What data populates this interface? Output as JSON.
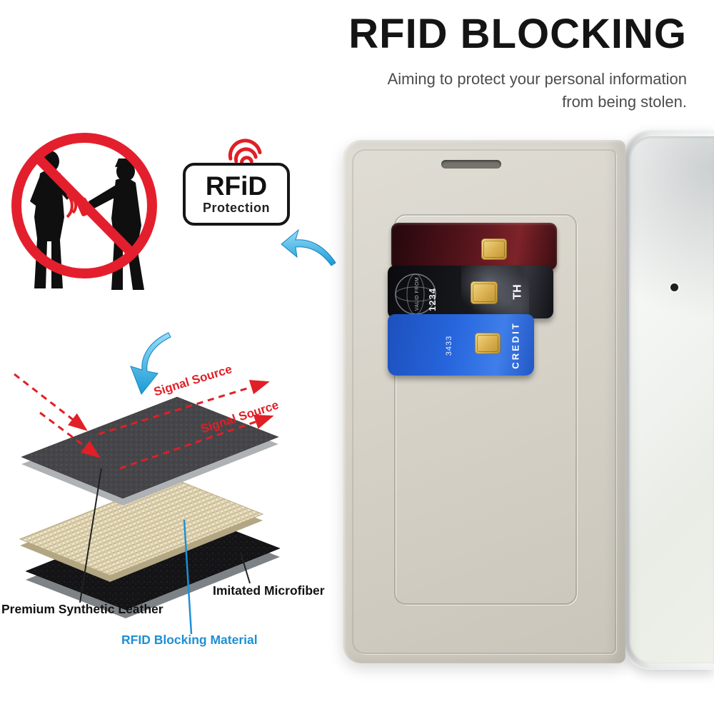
{
  "header": {
    "title": "RFID BLOCKING",
    "subtitle1": "Aiming to protect your personal information",
    "subtitle2": "from being stolen."
  },
  "badge": {
    "title": "RFiD",
    "subtitle": "Protection"
  },
  "diagram": {
    "signal_labels": [
      "Signal Source",
      "Signal Source"
    ],
    "labels": {
      "leather": "Premium Synthetic Leather",
      "rfid": "RFID Blocking Material",
      "microfiber": "Imitated Microfiber"
    }
  },
  "cards": {
    "blue": {
      "vertical_text": "CREDIT",
      "number": "3433"
    },
    "black": {
      "number": "1234",
      "valid_label": "VALID FROM",
      "brand_fragment": "TH"
    }
  },
  "colors": {
    "accent_blue": "#29a3dc",
    "alert_red": "#e01f26",
    "label_blue": "#1e8fd5",
    "case_beige": "#d7d3c9"
  }
}
